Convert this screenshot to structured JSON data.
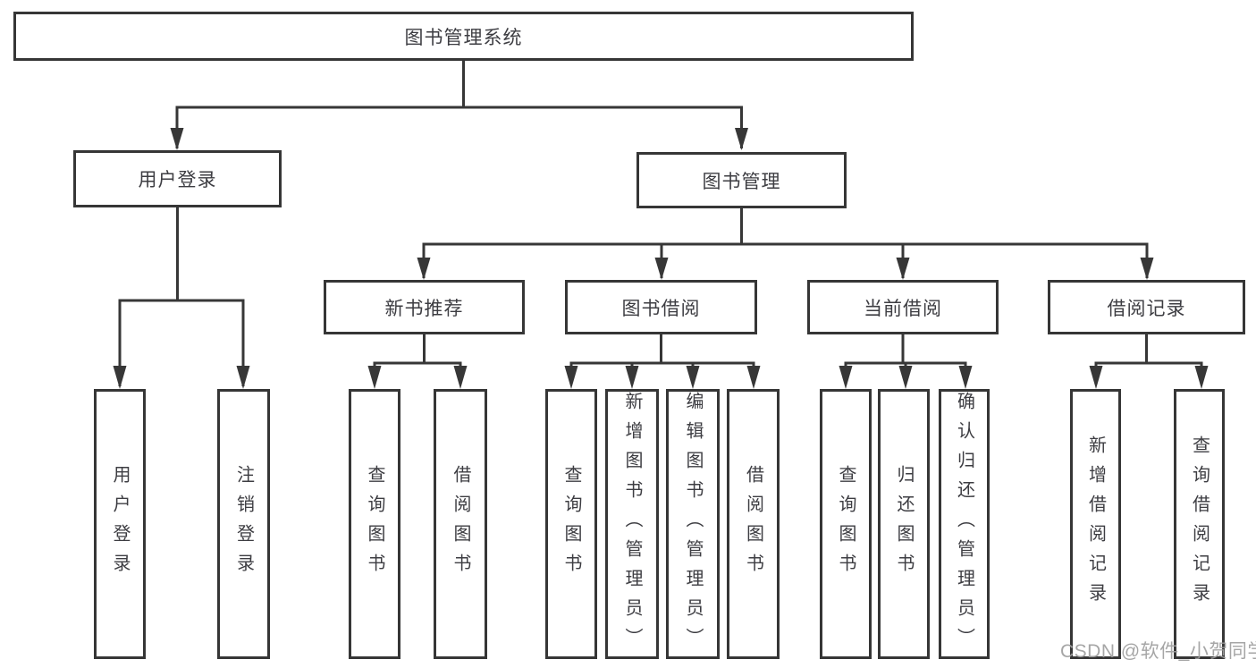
{
  "tree": {
    "label": "图书管理系统",
    "children": [
      {
        "label": "用户登录",
        "children": [
          {
            "label": "用户登录"
          },
          {
            "label": "注销登录"
          }
        ]
      },
      {
        "label": "图书管理",
        "children": [
          {
            "label": "新书推荐",
            "children": [
              {
                "label": "查询图书"
              },
              {
                "label": "借阅图书"
              }
            ]
          },
          {
            "label": "图书借阅",
            "children": [
              {
                "label": "查询图书"
              },
              {
                "label": "新增图书（管理员）"
              },
              {
                "label": "编辑图书（管理员）"
              },
              {
                "label": "借阅图书"
              }
            ]
          },
          {
            "label": "当前借阅",
            "children": [
              {
                "label": "查询图书"
              },
              {
                "label": "归还图书"
              },
              {
                "label": "确认归还（管理员）"
              }
            ]
          },
          {
            "label": "借阅记录",
            "children": [
              {
                "label": "新增借阅记录"
              },
              {
                "label": "查询借阅记录"
              }
            ]
          }
        ]
      }
    ]
  },
  "watermark": {
    "text": "CSDN @软件_小贺同学"
  },
  "colors": {
    "line": "#373737",
    "box_border": "#363636",
    "text": "#3d3d42",
    "box_background": "#ffffff",
    "page_background": "#ffffff",
    "watermark": "#9e9e9e"
  }
}
